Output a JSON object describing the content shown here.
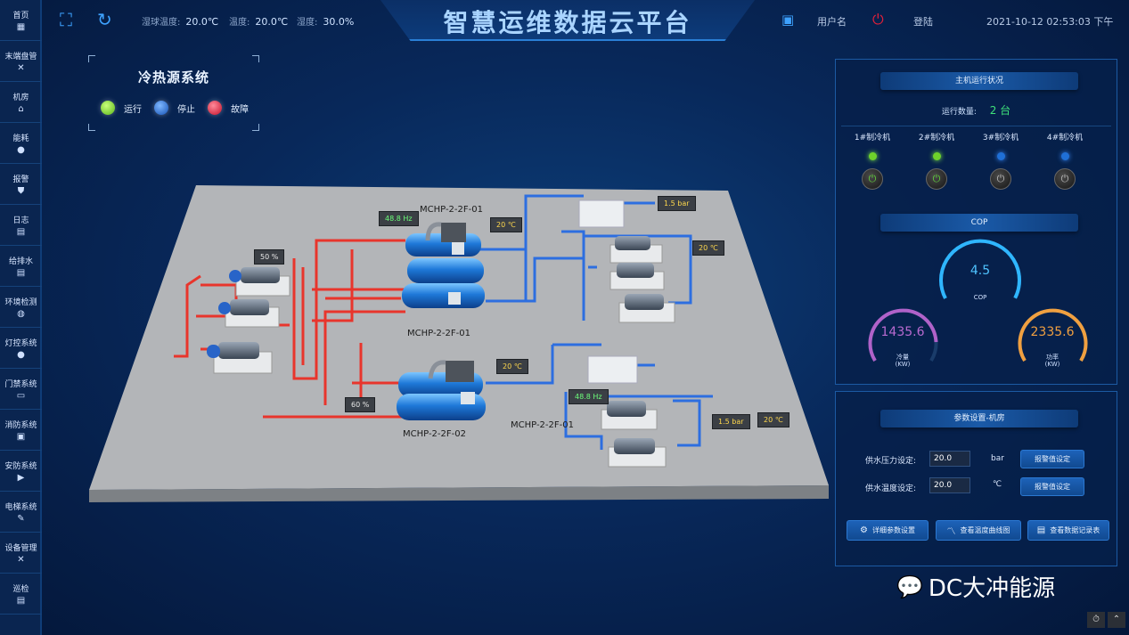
{
  "sidebar": {
    "items": [
      {
        "label": "首页",
        "icon": "grid-icon"
      },
      {
        "label": "末端盘管",
        "icon": "fan-icon"
      },
      {
        "label": "机房",
        "icon": "building-icon"
      },
      {
        "label": "能耗",
        "icon": "energy-icon"
      },
      {
        "label": "报警",
        "icon": "shield-icon"
      },
      {
        "label": "日志",
        "icon": "clipboard-icon"
      },
      {
        "label": "给排水",
        "icon": "clipboard-icon"
      },
      {
        "label": "环境检测",
        "icon": "globe-icon"
      },
      {
        "label": "灯控系统",
        "icon": "bulb-icon"
      },
      {
        "label": "门禁系统",
        "icon": "card-icon"
      },
      {
        "label": "消防系统",
        "icon": "image-icon"
      },
      {
        "label": "安防系统",
        "icon": "monitor-icon"
      },
      {
        "label": "电梯系统",
        "icon": "edit-icon"
      },
      {
        "label": "设备管理",
        "icon": "tools-icon"
      },
      {
        "label": "巡检",
        "icon": "clipboard-icon"
      }
    ]
  },
  "header": {
    "title": "智慧运维数据云平台",
    "wet_bulb_label": "湿球温度:",
    "wet_bulb_value": "20.0℃",
    "temp_label": "温度:",
    "temp_value": "20.0℃",
    "humidity_label": "湿度:",
    "humidity_value": "30.0%",
    "username": "用户名",
    "logout": "登陆",
    "datetime": "2021-10-12 02:53:03 下午"
  },
  "legend": {
    "title": "冷热源系统",
    "running": "运行",
    "stopped": "停止",
    "fault": "故障",
    "colors": {
      "running": "#7ed321",
      "stopped": "#1f6fd6",
      "fault": "#e0203a"
    }
  },
  "plant": {
    "unit1_name": "MCHP-2-2F-01",
    "unit1_name_bottom": "MCHP-2-2F-01",
    "unit2_name": "MCHP-2-2F-02",
    "unit3_name": "MCHP-2-2F-01",
    "freq1": "48.8 Hz",
    "freq2": "48.8 Hz",
    "temp_tag1": "20 ℃",
    "temp_tag2": "20 ℃",
    "temp_tag3": "20 ℃",
    "temp_tag4": "20 ℃",
    "pressure_tag1": "1.5 bar",
    "pressure_tag2": "1.5 bar",
    "valve1": "50 %",
    "valve2": "60 %"
  },
  "status_panel": {
    "title": "主机运行状况",
    "running_count_label": "运行数量:",
    "running_count_value": "2 台",
    "chillers": [
      {
        "name": "1#制冷机",
        "state": "running"
      },
      {
        "name": "2#制冷机",
        "state": "running"
      },
      {
        "name": "3#制冷机",
        "state": "stopped"
      },
      {
        "name": "4#制冷机",
        "state": "stopped"
      }
    ],
    "cop_title": "COP",
    "cop_value": "4.5",
    "cop_label": "COP",
    "cooling_value": "1435.6",
    "cooling_label": "冷量",
    "cooling_unit": "(KW)",
    "power_value": "2335.6",
    "power_label": "功率",
    "power_unit": "(KW)",
    "gauge_colors": {
      "cop": "#2fb6ff",
      "cooling": "#b062c9",
      "power": "#f0a040"
    }
  },
  "param_panel": {
    "title": "参数设置-机房",
    "pressure_label": "供水压力设定:",
    "pressure_value": "20.0",
    "pressure_unit": "bar",
    "temp_label": "供水温度设定:",
    "temp_value": "20.0",
    "temp_unit": "℃",
    "alarm_button": "报警值设定",
    "alarm_button2": "报警值设定",
    "detail_button": "详细参数设置",
    "curve_button": "查看温度曲线图",
    "record_button": "查看数据记录表"
  },
  "watermark": "DC大冲能源"
}
